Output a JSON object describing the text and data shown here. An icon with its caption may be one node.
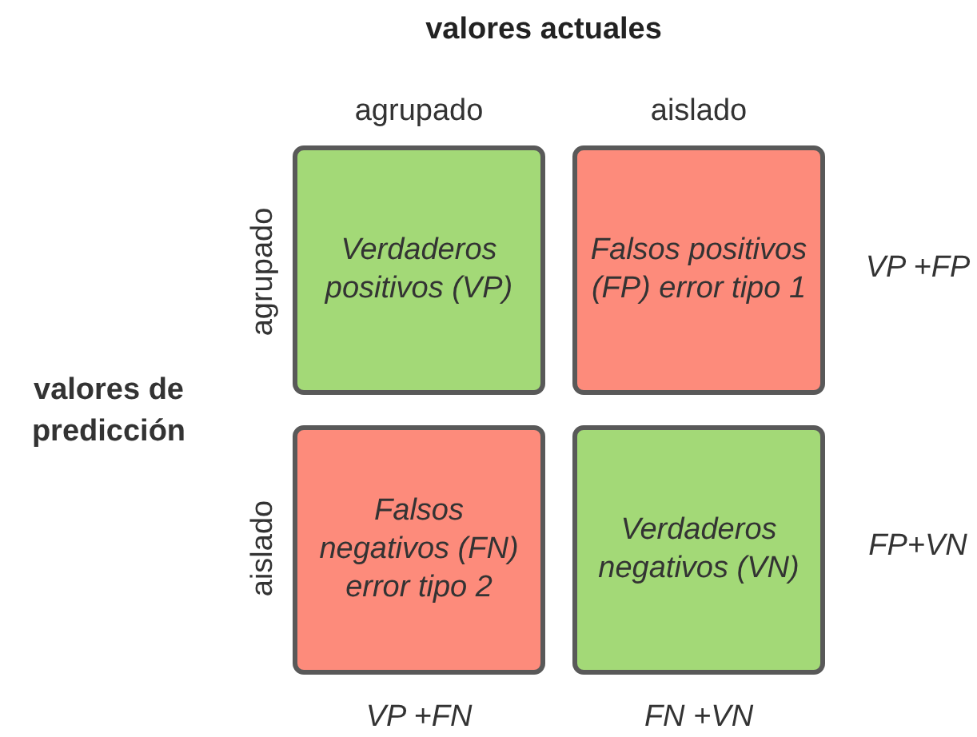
{
  "diagram": {
    "title": "valores actuales",
    "nodes": [
      {
        "text": [
          "Verdaderos positivos (VP)"
        ]
      },
      {
        "text": [
          "Falsos positivos (FP) error tipo 1"
        ]
      },
      {
        "text": [
          "Falsos negativos (FN) error tipo 2"
        ]
      },
      {
        "text": [
          "Verdaderos negativos (VN)"
        ]
      }
    ],
    "edges": [],
    "labels": [
      "agrupado",
      "aislado",
      "agrupado",
      "valores de predicción",
      "VP +FP",
      "aislado",
      "FP+VN",
      "VP +FN",
      "FN +VN"
    ]
  }
}
